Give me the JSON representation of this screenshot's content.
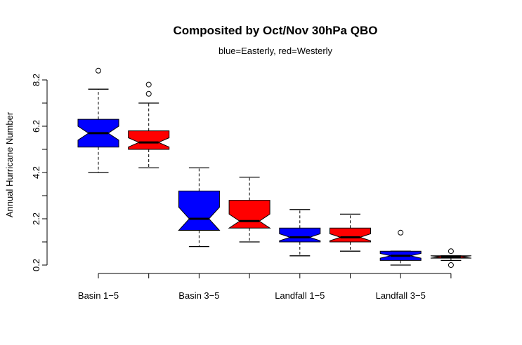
{
  "chart_data": {
    "type": "box",
    "title": "Composited by Oct/Nov 30hPa QBO",
    "subtitle": "blue=Easterly, red=Westerly",
    "xlabel": "",
    "ylabel": "Annual Hurricane Number",
    "ylim": [
      0.2,
      8.2
    ],
    "yticks": [
      0.2,
      2.2,
      4.2,
      6.2,
      8.2
    ],
    "yminor_ticks": [
      1.2,
      3.2,
      5.2,
      7.2
    ],
    "groups": [
      "Basin 1−5",
      "Basin 3−5",
      "Landfall 1−5",
      "Landfall 3−5"
    ],
    "colors": {
      "easterly": "#0000ff",
      "westerly": "#ff0000"
    },
    "boxes": [
      {
        "group": 0,
        "series": "easterly",
        "min": 4.2,
        "q1": 5.3,
        "median": 5.9,
        "q3": 6.5,
        "max": 7.8,
        "notch_lo": 5.6,
        "notch_hi": 6.2,
        "outliers": [
          8.6
        ]
      },
      {
        "group": 0,
        "series": "westerly",
        "min": 4.4,
        "q1": 5.2,
        "median": 5.5,
        "q3": 6.0,
        "max": 7.2,
        "notch_lo": 5.3,
        "notch_hi": 5.7,
        "outliers": [
          7.6,
          8.0
        ]
      },
      {
        "group": 1,
        "series": "easterly",
        "min": 1.0,
        "q1": 1.7,
        "median": 2.2,
        "q3": 3.4,
        "max": 4.4,
        "notch_lo": 1.7,
        "notch_hi": 2.7,
        "outliers": []
      },
      {
        "group": 1,
        "series": "westerly",
        "min": 1.2,
        "q1": 1.8,
        "median": 2.1,
        "q3": 3.0,
        "max": 4.0,
        "notch_lo": 1.8,
        "notch_hi": 2.4,
        "outliers": []
      },
      {
        "group": 2,
        "series": "easterly",
        "min": 0.6,
        "q1": 1.2,
        "median": 1.4,
        "q3": 1.8,
        "max": 2.6,
        "notch_lo": 1.25,
        "notch_hi": 1.55,
        "outliers": []
      },
      {
        "group": 2,
        "series": "westerly",
        "min": 0.8,
        "q1": 1.2,
        "median": 1.4,
        "q3": 1.8,
        "max": 2.4,
        "notch_lo": 1.25,
        "notch_hi": 1.55,
        "outliers": []
      },
      {
        "group": 3,
        "series": "easterly",
        "min": 0.2,
        "q1": 0.4,
        "median": 0.6,
        "q3": 0.8,
        "max": 0.8,
        "notch_lo": 0.5,
        "notch_hi": 0.7,
        "outliers": [
          1.6
        ]
      },
      {
        "group": 3,
        "series": "westerly",
        "min": 0.4,
        "q1": 0.5,
        "median": 0.55,
        "q3": 0.6,
        "max": 0.6,
        "notch_lo": 0.5,
        "notch_hi": 0.6,
        "outliers": [
          0.2,
          0.8
        ]
      }
    ]
  }
}
